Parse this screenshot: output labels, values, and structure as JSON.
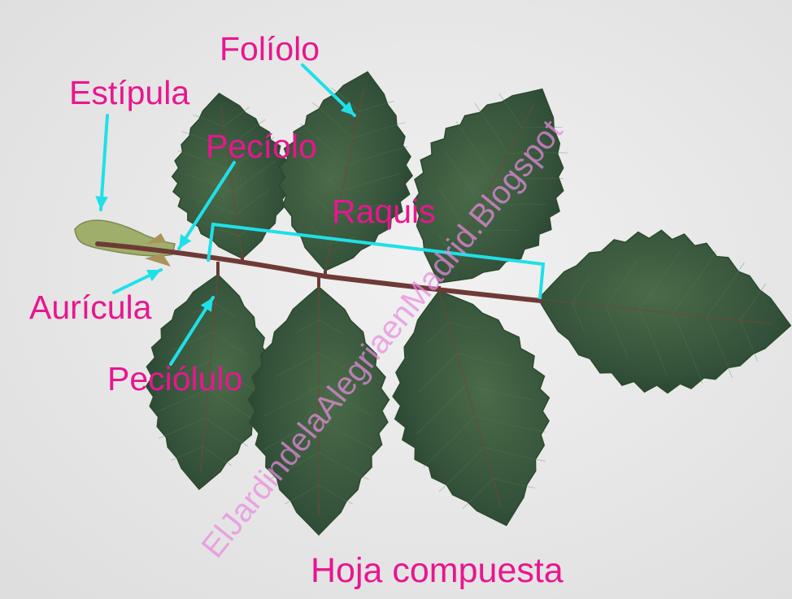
{
  "image": {
    "title": "Hoja compuesta",
    "watermark": "ElJardindelaAlegriaenMadrid.Blogspot",
    "labels": {
      "foliolo": "Folíolo",
      "estipula": "Estípula",
      "peciolo": "Pecíolo",
      "raquis": "Raquis",
      "auricula": "Aurícula",
      "peciolulo": "Peciólulo"
    },
    "colors": {
      "background": "#ececec",
      "label_text": "#e8168f",
      "arrows": "#1fe0e8",
      "watermark": "#e98be0",
      "leaf_dark": "#2c4a2c",
      "leaf_mid": "#3e5f3d",
      "stem": "#6e3a36",
      "stipule": "#9fae6a"
    }
  }
}
